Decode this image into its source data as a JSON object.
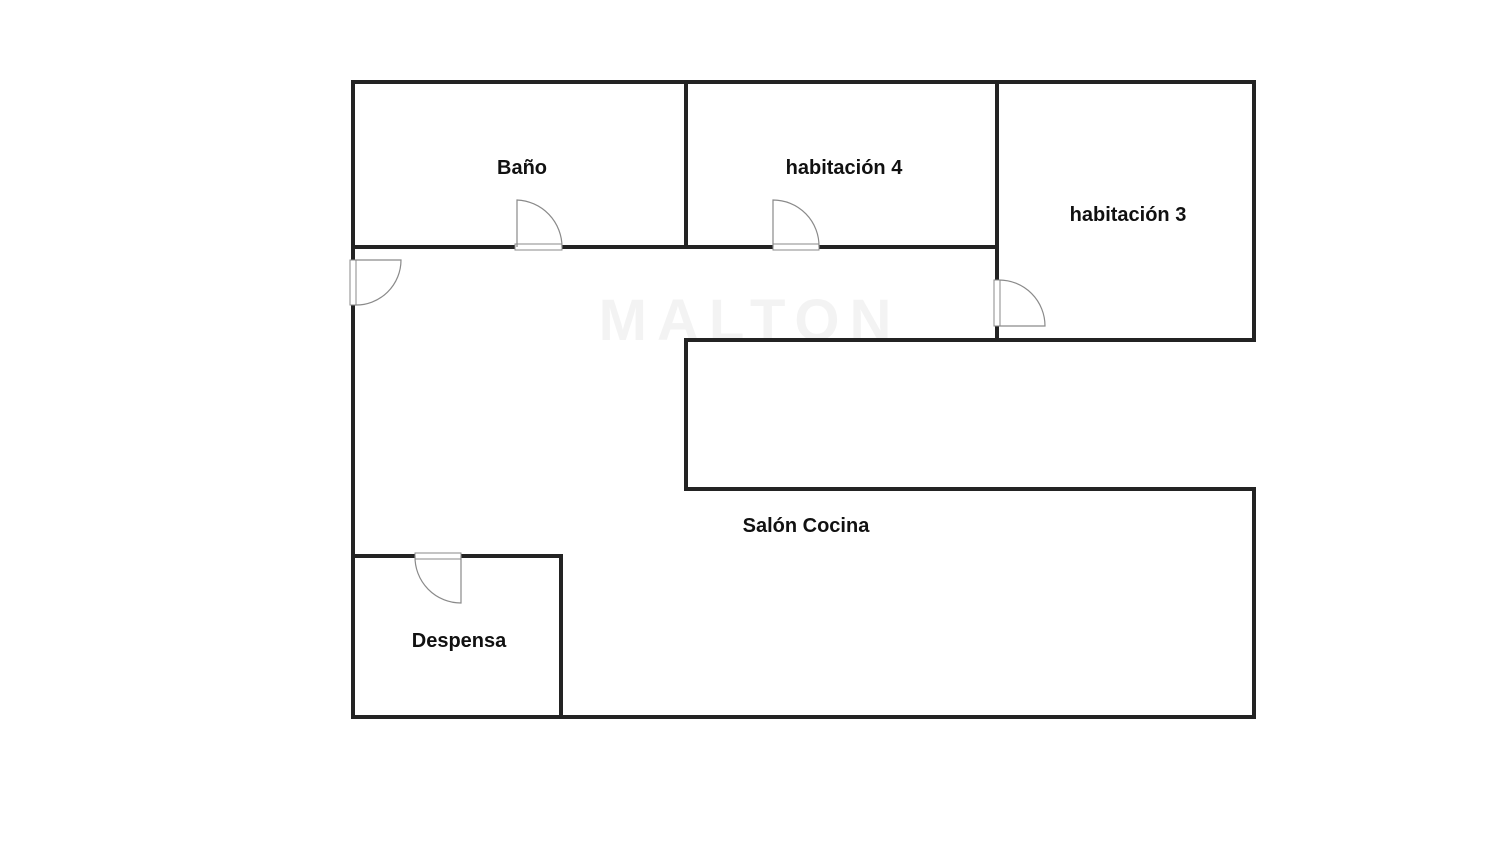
{
  "watermark": "MALTON",
  "rooms": [
    {
      "name": "Baño"
    },
    {
      "name": "habitación 4"
    },
    {
      "name": "habitación 3"
    },
    {
      "name": "Salón Cocina"
    },
    {
      "name": "Despensa"
    }
  ],
  "colors": {
    "wall": "#232323",
    "door": "#8a8a8a",
    "background": "#ffffff"
  }
}
